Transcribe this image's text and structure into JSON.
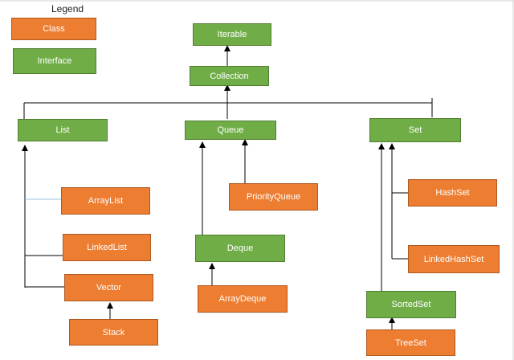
{
  "legend": {
    "title": "Legend",
    "class_label": "Class",
    "interface_label": "Interface"
  },
  "colors": {
    "class": "#ed7d31",
    "interface": "#70ad47",
    "line": "#000000",
    "list_link": "#9dc3e6"
  },
  "nodes": {
    "iterable": "Iterable",
    "collection": "Collection",
    "list": "List",
    "queue": "Queue",
    "set": "Set",
    "arraylist": "ArrayList",
    "linkedlist": "LinkedList",
    "vector": "Vector",
    "stack": "Stack",
    "priorityqueue": "PriorityQueue",
    "deque": "Deque",
    "arraydeque": "ArrayDeque",
    "hashset": "HashSet",
    "linkedhashset": "LinkedHashSet",
    "sortedset": "SortedSet",
    "treeset": "TreeSet"
  }
}
